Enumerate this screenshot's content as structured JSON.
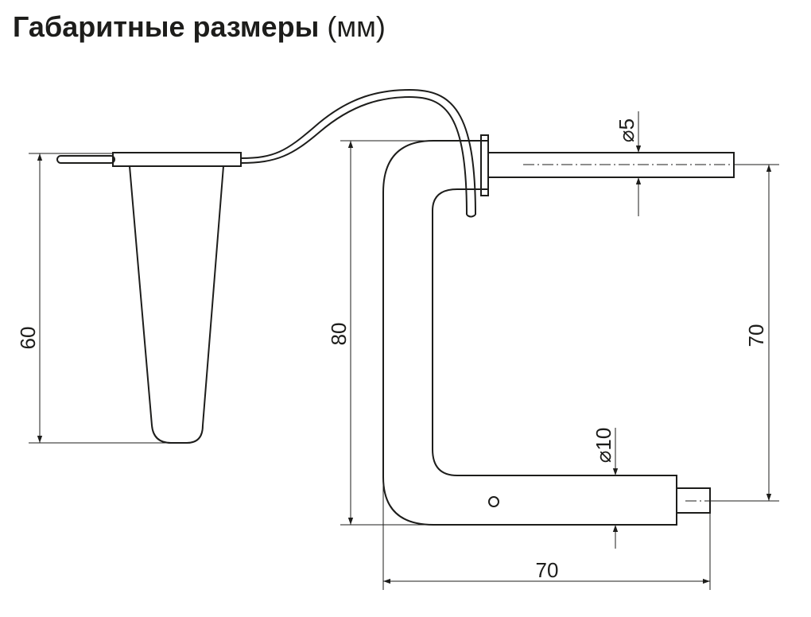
{
  "title": {
    "main": "Габаритные размеры",
    "unit": "(мм)"
  },
  "dimensions": {
    "probe_length": "60",
    "holder_height": "80",
    "right_height": "70",
    "bottom_width": "70",
    "tube_diameter": "⌀5",
    "pipe_diameter": "⌀10"
  }
}
